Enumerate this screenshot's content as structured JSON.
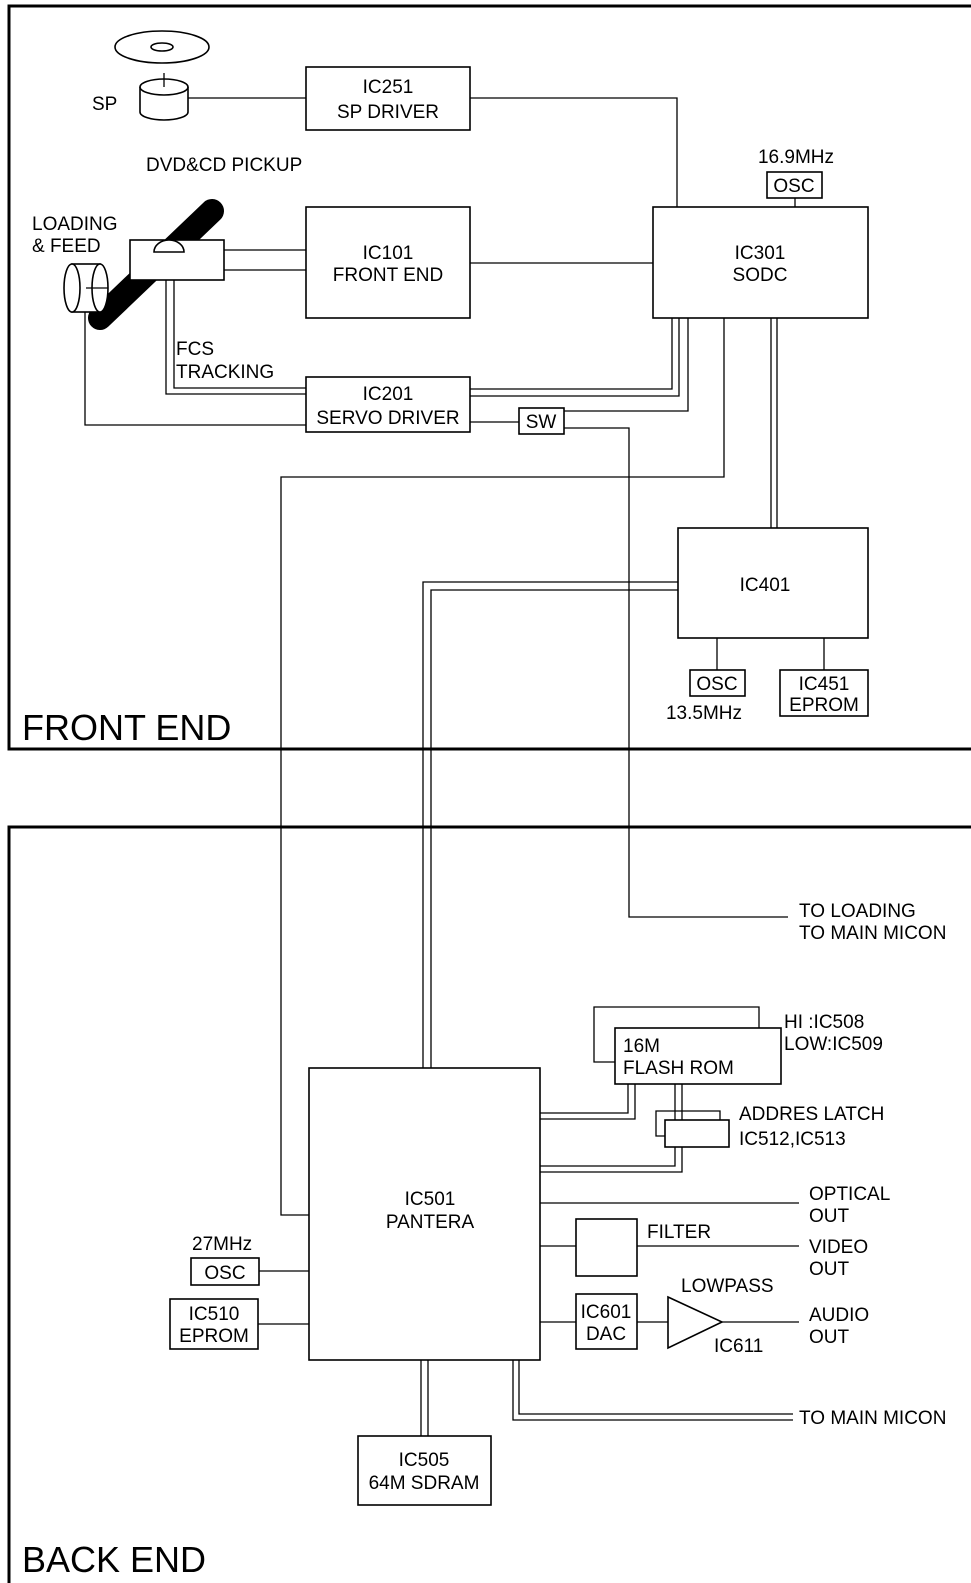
{
  "sections": {
    "front_end": "FRONT END",
    "back_end": "BACK END"
  },
  "blocks": {
    "ic251": [
      "IC251",
      "SP DRIVER"
    ],
    "ic101": [
      "IC101",
      "FRONT END"
    ],
    "ic301": [
      "IC301",
      "SODC"
    ],
    "ic201": [
      "IC201",
      "SERVO DRIVER"
    ],
    "ic401": "IC401",
    "ic451": [
      "IC451",
      "EPROM"
    ],
    "osc_fe1": "OSC",
    "osc_fe2": "OSC",
    "sw": "SW",
    "ic501": [
      "IC501",
      "PANTERA"
    ],
    "flash": [
      "16M",
      "FLASH ROM"
    ],
    "ic510": [
      "IC510",
      "EPROM"
    ],
    "osc_be": "OSC",
    "ic601": [
      "IC601",
      "DAC"
    ],
    "ic505": [
      "IC505",
      "64M SDRAM"
    ]
  },
  "labels": {
    "sp": "SP",
    "pickup": "DVD&CD PICKUP",
    "loading_feed": [
      "LOADING",
      "& FEED"
    ],
    "fcs_tracking": [
      "FCS",
      "TRACKING"
    ],
    "freq_169": "16.9MHz",
    "freq_135": "13.5MHz",
    "freq_27": "27MHz",
    "to_loading": [
      "TO LOADING",
      "TO MAIN MICON"
    ],
    "flash_hilow": [
      "HI :IC508",
      "LOW:IC509"
    ],
    "addr_latch": [
      "ADDRES LATCH",
      "IC512,IC513"
    ],
    "optical_out": [
      "OPTICAL",
      "OUT"
    ],
    "filter": "FILTER",
    "video_out": [
      "VIDEO",
      "OUT"
    ],
    "lowpass": "LOWPASS",
    "audio_out": [
      "AUDIO",
      "OUT"
    ],
    "ic611": "IC611",
    "to_main_micon": "TO MAIN MICON"
  }
}
